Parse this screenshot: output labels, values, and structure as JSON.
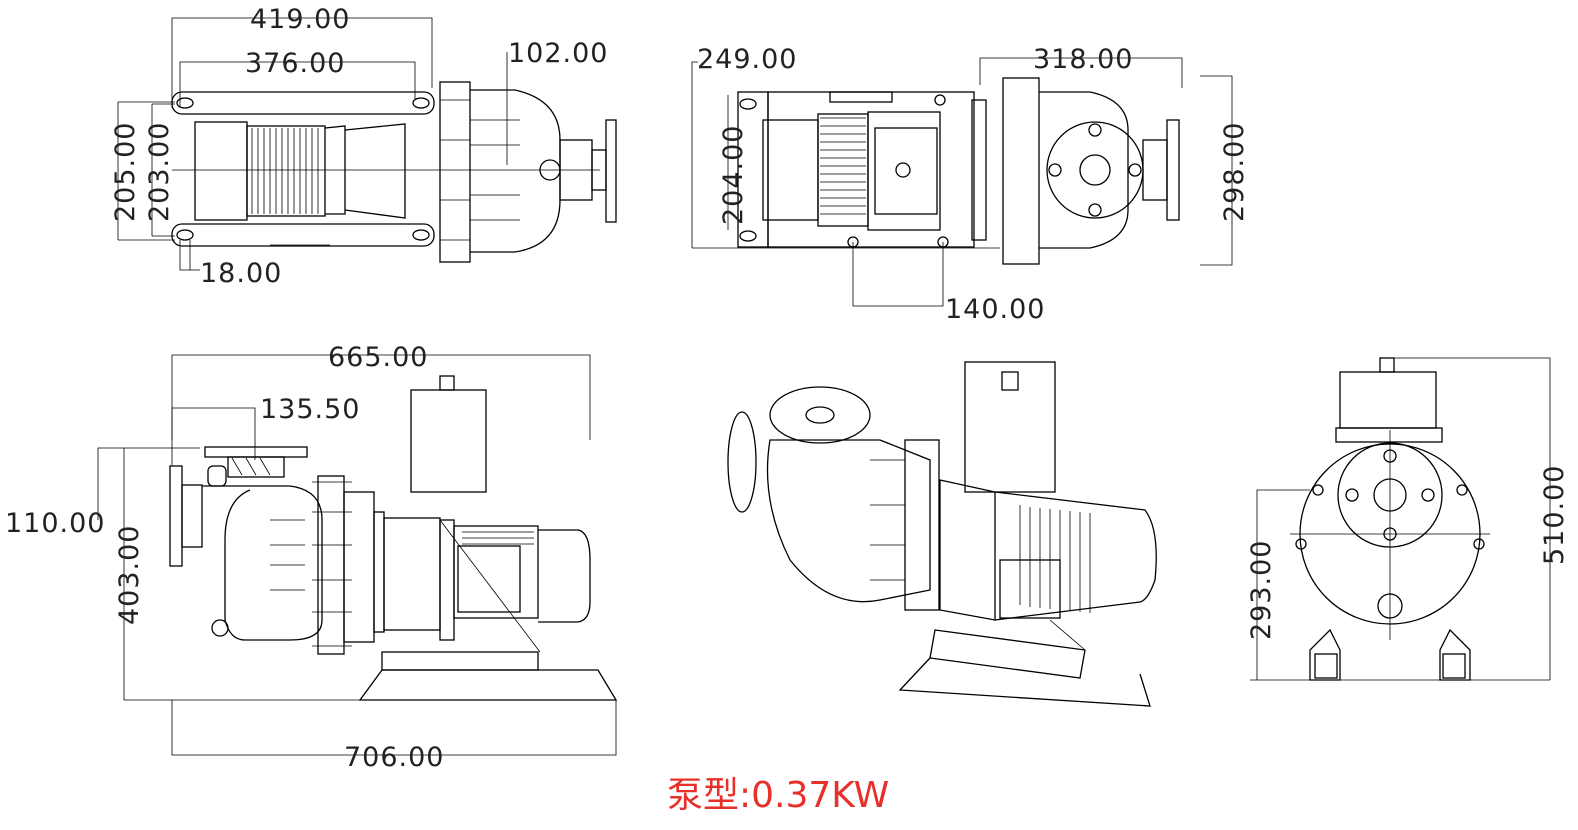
{
  "caption": "泵型:0.37KW",
  "top_view": {
    "dims": [
      "419.00",
      "376.00",
      "102.00",
      "205.00",
      "203.00",
      "18.00"
    ]
  },
  "bottom_view": {
    "dims": [
      "249.00",
      "318.00",
      "204.00",
      "298.00",
      "140.00"
    ]
  },
  "side_view": {
    "dims": [
      "665.00",
      "135.50",
      "110.00",
      "403.00",
      "706.00"
    ]
  },
  "end_view": {
    "dims": [
      "293.00",
      "510.00"
    ]
  }
}
